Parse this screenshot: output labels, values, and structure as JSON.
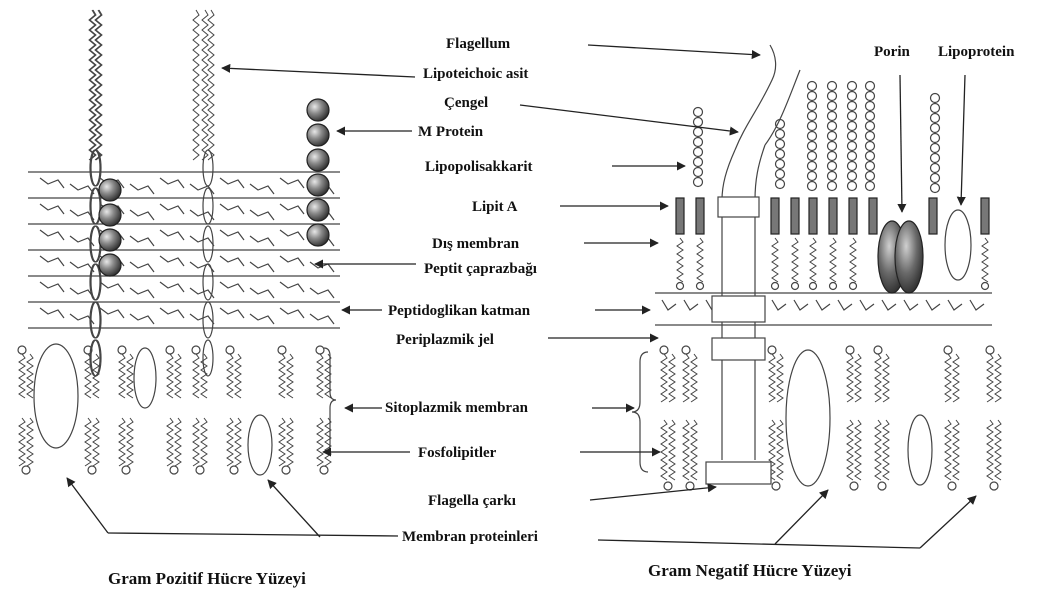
{
  "labels": {
    "flagellum": "Flagellum",
    "lipoteichoic": "Lipoteichoic asit",
    "cengel": "Çengel",
    "m_protein": "M Protein",
    "lipopolisakkarit": "Lipopolisakkarit",
    "lipit_a": "Lipit A",
    "dis_membran": "Dış membran",
    "peptit": "Peptit çaprazbağı",
    "peptidoglikan": "Peptidoglikan katman",
    "periplazmik": "Periplazmik jel",
    "sitoplazmik": "Sitoplazmik membran",
    "fosfolipitler": "Fosfolipitler",
    "flagella_carki": "Flagella çarkı",
    "membran_proteinleri": "Membran proteinleri",
    "porin": "Porin",
    "lipoprotein": "Lipoprotein"
  },
  "captions": {
    "gram_positive": "Gram Pozitif Hücre Yüzeyi",
    "gram_negative": "Gram Negatif Hücre Yüzeyi"
  },
  "colors": {
    "line": "#333333",
    "sphere": "#555555",
    "porin": "#666666"
  }
}
